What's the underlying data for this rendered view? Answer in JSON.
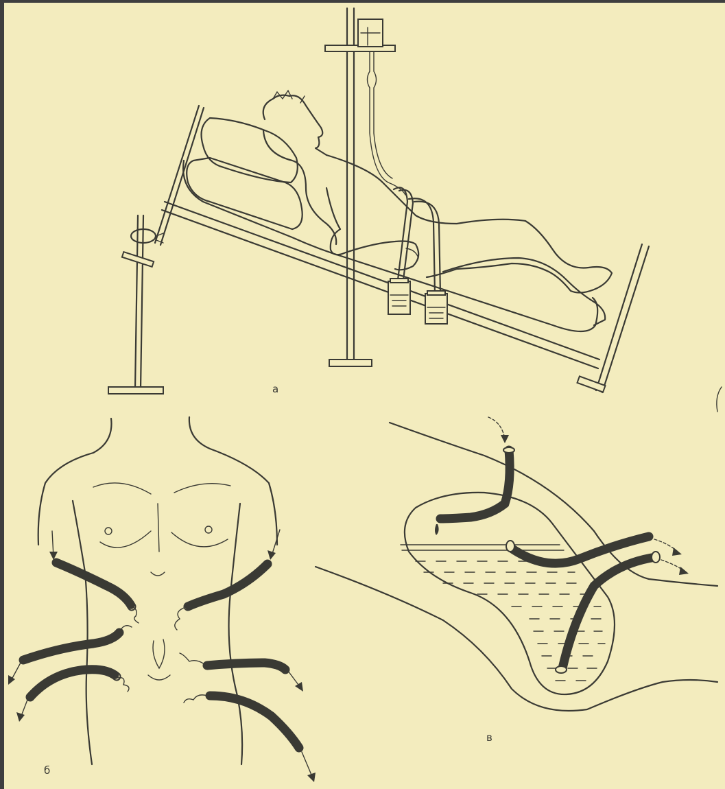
{
  "panels": {
    "a": {
      "label": "а"
    },
    "b": {
      "label": "б"
    },
    "v": {
      "label": "в"
    }
  }
}
